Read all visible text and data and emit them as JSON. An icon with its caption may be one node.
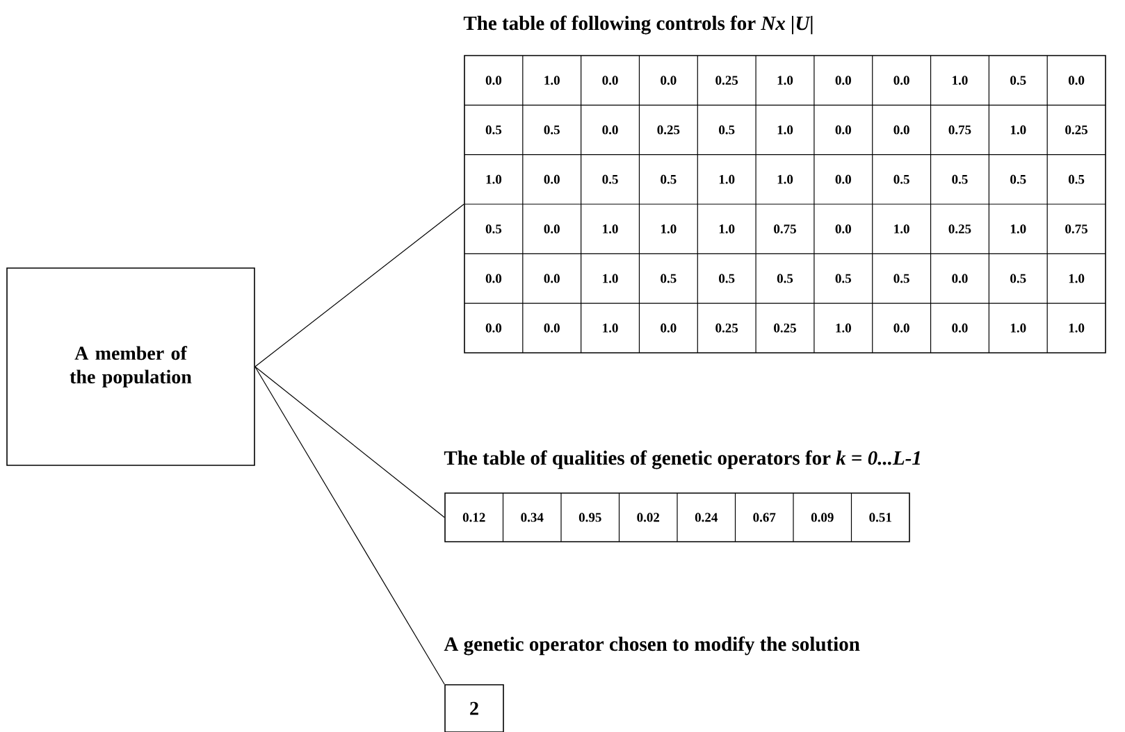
{
  "diagram": {
    "nodes": [
      {
        "text": [
          "A member of the population"
        ]
      },
      {
        "text": [
          "The table of following controls for *Nx |U|*"
        ]
      },
      {
        "text": [
          "The table of qualities of genetic operators for *k* = *0...L-1*"
        ]
      },
      {
        "text": [
          "A genetic operator chosen to modify the solution",
          "2"
        ]
      }
    ],
    "edges": [
      {
        "from": 0,
        "to": 1,
        "arrow": "none"
      },
      {
        "from": 0,
        "to": 2,
        "arrow": "none"
      },
      {
        "from": 0,
        "to": 3,
        "arrow": "none"
      }
    ],
    "labels": [
      "0.0",
      "1.0",
      "0.0",
      "0.0",
      "0.25",
      "1.0",
      "0.0",
      "0.0",
      "1.0",
      "0.5",
      "0.0",
      "0.5",
      "0.5",
      "0.0",
      "0.25",
      "0.5",
      "1.0",
      "0.0",
      "0.0",
      "0.75",
      "1.0",
      "0.25",
      "1.0",
      "0.0",
      "0.5",
      "0.5",
      "1.0",
      "1.0",
      "0.0",
      "0.5",
      "0.5",
      "0.5",
      "0.5",
      "0.5",
      "0.0",
      "1.0",
      "1.0",
      "1.0",
      "0.75",
      "0.0",
      "1.0",
      "0.25",
      "1.0",
      "0.75",
      "0.0",
      "0.0",
      "1.0",
      "0.5",
      "0.5",
      "0.5",
      "0.5",
      "0.5",
      "0.0",
      "0.5",
      "1.0",
      "0.0",
      "0.0",
      "1.0",
      "0.0",
      "0.25",
      "0.25",
      "1.0",
      "0.0",
      "0.0",
      "1.0",
      "1.0",
      "0.12",
      "0.34",
      "0.95",
      "0.02",
      "0.24",
      "0.67",
      "0.09",
      "0.51"
    ]
  }
}
